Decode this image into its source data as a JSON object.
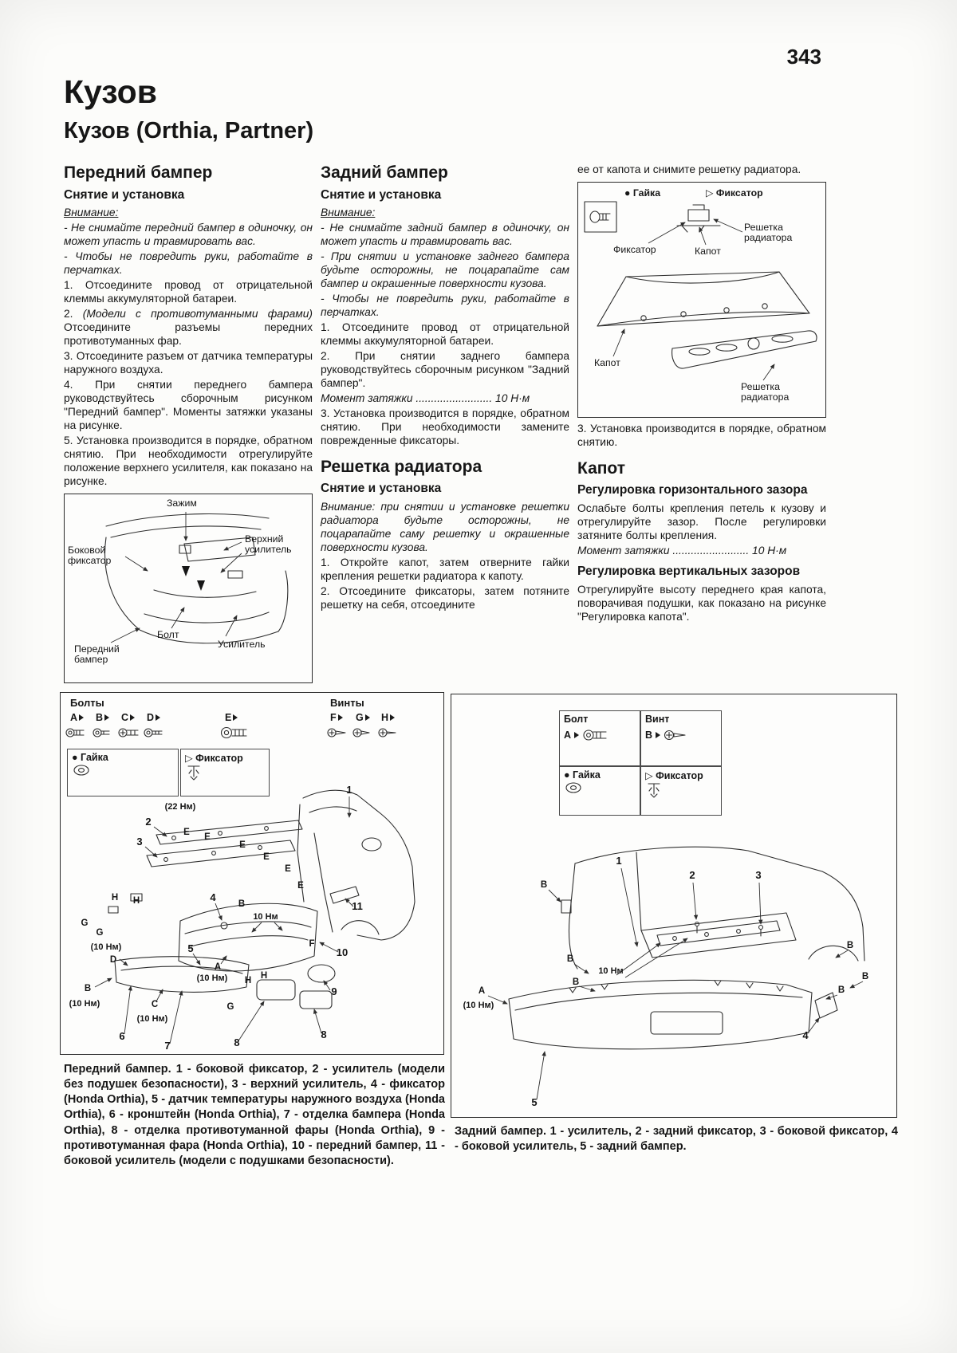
{
  "page_number": "343",
  "title": "Кузов",
  "subtitle": "Кузов (Orthia, Partner)",
  "front_bumper": {
    "heading": "Передний бампер",
    "subheading": "Снятие и установка",
    "attention_label": "Внимание:",
    "attention": [
      "- Не снимайте передний бампер в одиночку, он может упасть и травмировать вас.",
      "- Чтобы не повредить руки, работайте в перчатках."
    ],
    "step1": "1. Отсоедините провод от отрицательной клеммы аккумуляторной батареи.",
    "step2_num": "2. ",
    "step2_italic": "(Модели с противотуманными фарами)",
    "step2_rest": " Отсоедините разъемы передних противотуманных фар.",
    "step3": "3. Отсоедините разъем от датчика температуры наружного воздуха.",
    "step4": "4. При снятии переднего бампера руководствуйтесь сборочным рисунком \"Передний бампер\". Моменты затяжки указаны на рисунке.",
    "step5": "5. Установка производится в порядке, обратном снятию. При необходимости отрегулируйте положение верхнего усилителя, как показано на рисунке.",
    "figure": {
      "clamp": "Зажим",
      "upper_reinforcement": "Верхний усилитель",
      "side_clip": "Боковой фиксатор",
      "bolt": "Болт",
      "reinforcement": "Усилитель",
      "front_bumper": "Передний бампер"
    }
  },
  "rear_bumper": {
    "heading": "Задний бампер",
    "subheading": "Снятие и установка",
    "attention_label": "Внимание:",
    "attention": [
      "- Не снимайте задний бампер в одиночку, он может упасть и травмировать вас.",
      "- При снятии и установке заднего бампера будьте осторожны, не поцарапайте сам бампер и окрашенные поверхности кузова.",
      "- Чтобы не повредить руки, работайте в перчатках."
    ],
    "step1": "1. Отсоедините провод от отрицательной клеммы аккумуляторной батареи.",
    "step2": "2. При снятии заднего бампера руководствуйтесь сборочным рисунком \"Задний бампер\".",
    "torque": "Момент затяжки ......................... 10 Н·м",
    "step3": "3. Установка производится в порядке, обратном снятию. При необходимости замените поврежденные фиксаторы."
  },
  "grille": {
    "heading": "Решетка радиатора",
    "subheading": "Снятие и установка",
    "attention": "Внимание: при снятии и установке решетки радиатора будьте осторожны, не поцарапайте саму решетку и окрашенные поверхности кузова.",
    "step1": "1. Откройте капот, затем отверните гайки крепления решетки радиатора к капоту.",
    "step2": "2. Отсоедините фиксаторы, затем потяните решетку на себя, отсоедините",
    "step2_cont": "ее от капота и снимите решетку радиатора.",
    "step3": "3. Установка производится в порядке, обратном снятию.",
    "figure": {
      "nut_legend": "● Гайка",
      "clip_legend": "▷ Фиксатор",
      "clip": "Фиксатор",
      "hood": "Капот",
      "grille": "Решетка радиатора"
    }
  },
  "hood": {
    "heading": "Капот",
    "sub1": "Регулировка горизонтального зазора",
    "para1": "Ослабьте болты крепления петель к кузову и отрегулируйте зазор. После регулировки затяните болты крепления.",
    "torque": "Момент затяжки ......................... 10 Н·м",
    "sub2": "Регулировка вертикальных зазоров",
    "para2": "Отрегулируйте высоту переднего края капота, поворачивая подушки, как показано на рисунке \"Регулировка капота\"."
  },
  "fig_front": {
    "legend": {
      "bolts": "Болты",
      "screws": "Винты",
      "A": "A",
      "B": "B",
      "C": "C",
      "D": "D",
      "E": "E",
      "F": "F",
      "G": "G",
      "H": "H",
      "nut": "● Гайка",
      "clip": "▷ Фиксатор"
    },
    "labels": {
      "n1": "1",
      "n2": "2",
      "n3": "3",
      "n4": "4",
      "n5": "5",
      "n6": "6",
      "n7": "7",
      "n8": "8",
      "n9": "9",
      "n10": "10",
      "n11": "11",
      "A": "A",
      "B": "B",
      "C": "C",
      "D": "D",
      "E": "E",
      "F": "F",
      "G": "G",
      "H": "H",
      "t22": "(22 Нм)",
      "t10": "10 Нм",
      "t10p": "(10 Нм)"
    },
    "caption": "Передний бампер. 1 - боковой фиксатор, 2 - усилитель (модели без подушек безопасности), 3 - верхний усилитель, 4 - фиксатор (Honda Orthia), 5 - датчик температуры наружного воздуха (Honda Orthia), 6 - кронштейн (Honda Orthia), 7 - отделка бампера (Honda Orthia), 8 - отделка противотуманной фары (Honda Orthia), 9 - противотуманная фара (Honda Orthia), 10 - передний бампер, 11 - боковой усилитель (модели с подушками безопасности)."
  },
  "fig_rear": {
    "legend": {
      "bolt": "Болт",
      "screw": "Винт",
      "A": "A",
      "B": "B",
      "nut": "● Гайка",
      "clip": "▷ Фиксатор"
    },
    "labels": {
      "n1": "1",
      "n2": "2",
      "n3": "3",
      "n4": "4",
      "n5": "5",
      "A": "A",
      "B": "B",
      "t10": "10 Нм",
      "t10p": "(10 Нм)"
    },
    "caption": "Задний бампер. 1 - усилитель, 2 - задний фиксатор, 3 - боковой фиксатор, 4 - боковой усилитель, 5 - задний бампер."
  }
}
